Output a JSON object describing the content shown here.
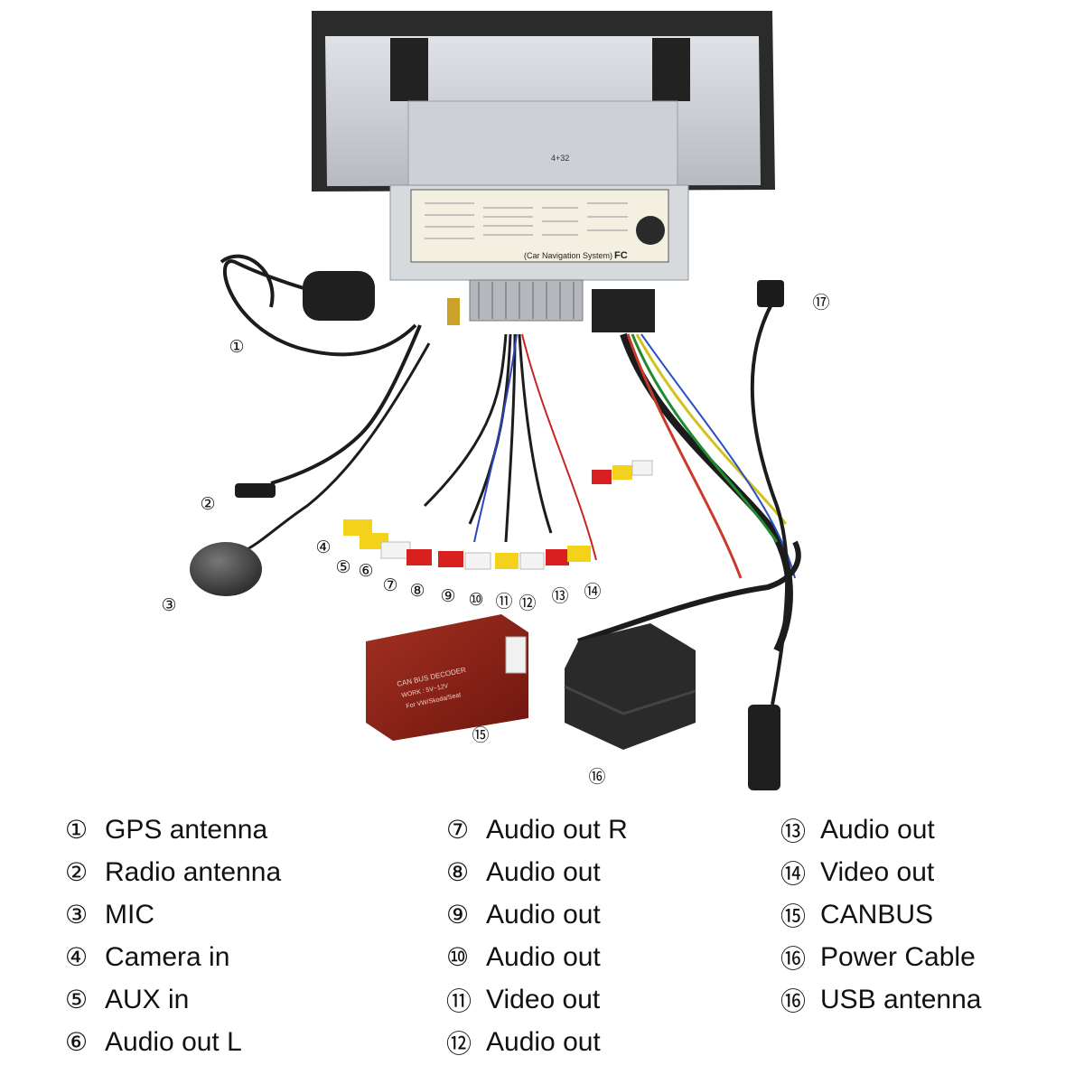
{
  "callouts": [
    {
      "id": "1",
      "glyph": "①"
    },
    {
      "id": "2",
      "glyph": "②"
    },
    {
      "id": "3",
      "glyph": "③"
    },
    {
      "id": "4",
      "glyph": "④"
    },
    {
      "id": "5",
      "glyph": "⑤"
    },
    {
      "id": "6",
      "glyph": "⑥"
    },
    {
      "id": "7",
      "glyph": "⑦"
    },
    {
      "id": "8",
      "glyph": "⑧"
    },
    {
      "id": "9",
      "glyph": "⑨"
    },
    {
      "id": "10",
      "glyph": "⑩"
    },
    {
      "id": "11",
      "glyph": "⑪"
    },
    {
      "id": "12",
      "glyph": "⑫"
    },
    {
      "id": "13",
      "glyph": "⑬"
    },
    {
      "id": "14",
      "glyph": "⑭"
    },
    {
      "id": "15",
      "glyph": "⑮"
    },
    {
      "id": "16",
      "glyph": "⑯"
    },
    {
      "id": "17",
      "glyph": "⑰"
    }
  ],
  "legend": {
    "col1": [
      {
        "num": "①",
        "label": "GPS antenna"
      },
      {
        "num": "②",
        "label": "Radio antenna"
      },
      {
        "num": "③",
        "label": "MIC"
      },
      {
        "num": "④",
        "label": "Camera in"
      },
      {
        "num": "⑤",
        "label": "AUX in"
      },
      {
        "num": "⑥",
        "label": "Audio out L"
      }
    ],
    "col2": [
      {
        "num": "⑦",
        "label": "Audio out R"
      },
      {
        "num": "⑧",
        "label": "Audio out"
      },
      {
        "num": "⑨",
        "label": "Audio out"
      },
      {
        "num": "⑩",
        "label": "Audio out"
      },
      {
        "num": "⑪",
        "label": "Video out"
      },
      {
        "num": "⑫",
        "label": "Audio out"
      }
    ],
    "col3": [
      {
        "num": "⑬",
        "label": "Audio out"
      },
      {
        "num": "⑭",
        "label": "Video out"
      },
      {
        "num": "⑮",
        "label": "CANBUS"
      },
      {
        "num": "⑯",
        "label": "Power Cable"
      },
      {
        "num": "⑯",
        "label": "USB antenna"
      }
    ]
  },
  "device": {
    "label_plate": "(Car Navigation System)",
    "fc_mark": "FC",
    "sticker_code": "4+32"
  },
  "canbus_box": {
    "lines": [
      "CAN BUS DECODER",
      "WORK : 5V~12V",
      "For VW/Skoda/Seat"
    ]
  },
  "colors": {
    "rca_yellow": "#f2d21a",
    "rca_red": "#d82020",
    "rca_white": "#f4f4f4",
    "cable": "#1c1c1c",
    "chassis": "#c9ccd0",
    "canbus": "#8a1f14"
  }
}
